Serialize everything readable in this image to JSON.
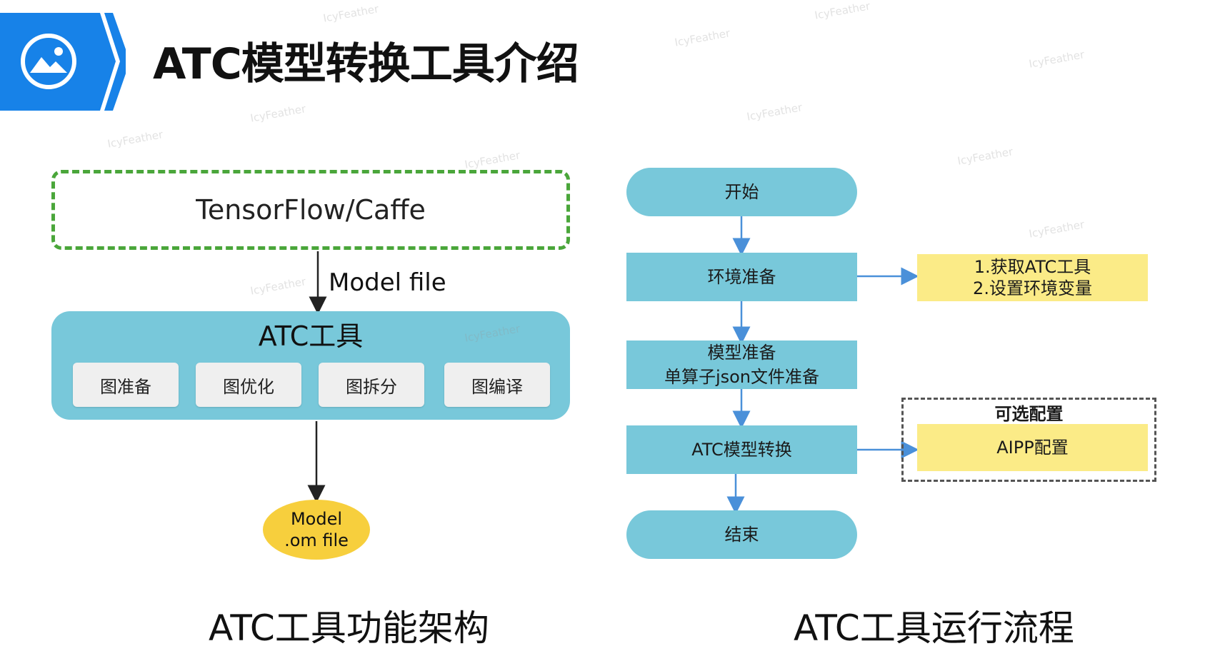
{
  "header": {
    "title": "ATC模型转换工具介绍",
    "banner_color": "#1782e8",
    "icon": "image-icon"
  },
  "architecture": {
    "framework_label": "TensorFlow/Caffe",
    "edge_label": "Model file",
    "tool_title": "ATC工具",
    "modules": [
      "图准备",
      "图优化",
      "图拆分",
      "图编译"
    ],
    "output_line1": "Model",
    "output_line2": ".om file",
    "caption": "ATC工具功能架构",
    "colors": {
      "framework_border": "#4aa63a",
      "tool_block": "#78c8da",
      "output": "#f7cf3d"
    }
  },
  "flow": {
    "start": "开始",
    "env_prep": "环境准备",
    "model_prep_line1": "模型准备",
    "model_prep_line2": "单算子json文件准备",
    "atc_convert": "ATC模型转换",
    "end": "结束",
    "env_note_line1": "1.获取ATC工具",
    "env_note_line2": "2.设置环境变量",
    "optional_title": "可选配置",
    "aipp": "AIPP配置",
    "caption": "ATC工具运行流程",
    "colors": {
      "node": "#78c8da",
      "note": "#fbeb87",
      "arrow": "#4a90d9"
    }
  },
  "watermark": "IcyFeather"
}
